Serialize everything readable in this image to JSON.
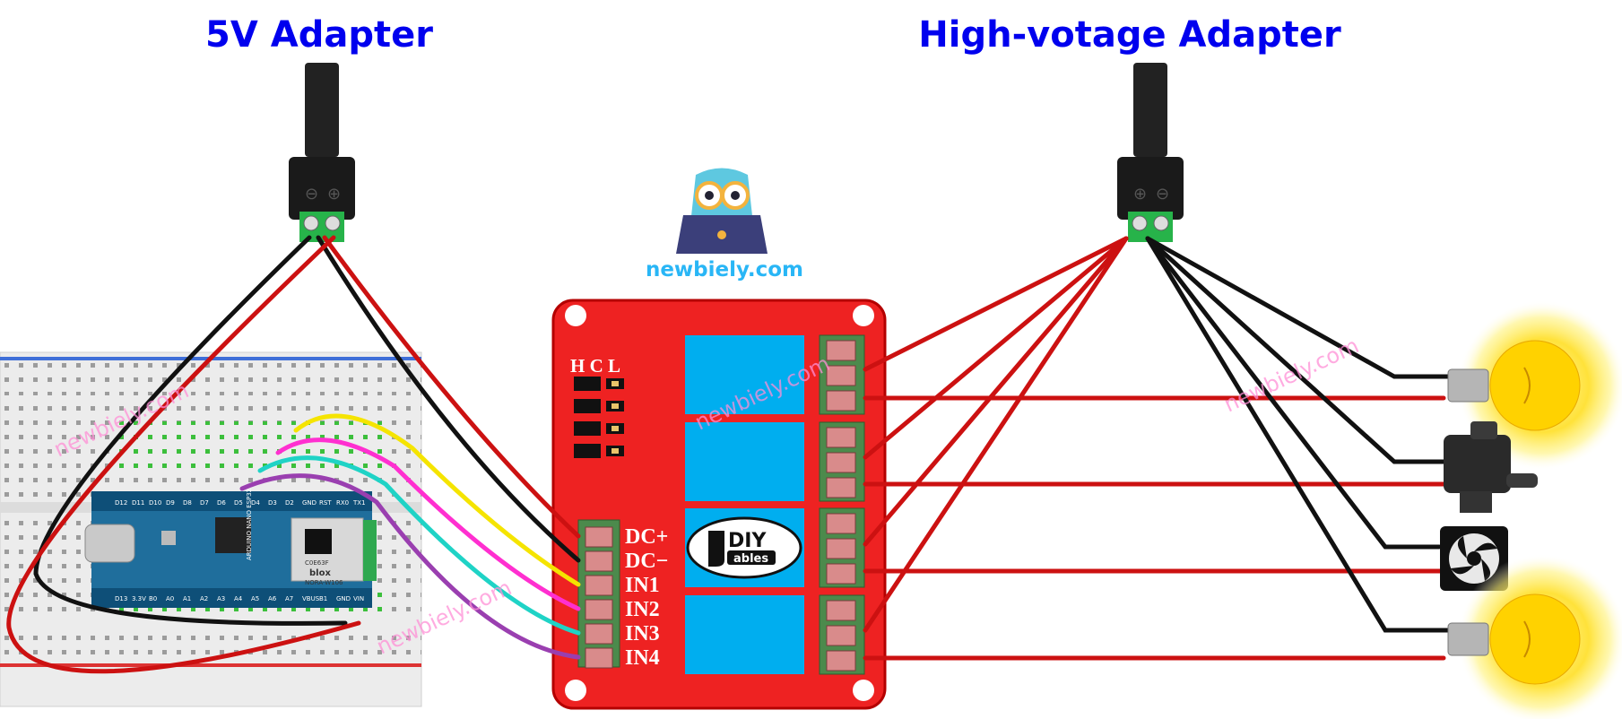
{
  "titles": {
    "left": "5V Adapter",
    "right": "High-votage Adapter"
  },
  "brand": {
    "site": "newbiely.com",
    "watermark": "newbiely.com",
    "diy_logo_top": "DIY",
    "diy_logo_bottom": "ables"
  },
  "relay_module": {
    "jumper_header": "H C L",
    "pins": [
      "DC+",
      "DC−",
      "IN1",
      "IN2",
      "IN3",
      "IN4"
    ]
  },
  "arduino": {
    "top_pins": [
      "D12",
      "D11",
      "D10",
      "D9",
      "D8",
      "D7",
      "D6",
      "D5",
      "D4",
      "D3",
      "D2",
      "GND",
      "RST",
      "RX0",
      "TX1"
    ],
    "bottom_pins": [
      "D13",
      "3.3V",
      "B0",
      "A0",
      "A1",
      "A2",
      "A3",
      "A4",
      "A5",
      "A6",
      "A7",
      "VBUS",
      "B1",
      "GND",
      "VIN"
    ],
    "board_text": "ARDUINO NANO ESP32",
    "module_code": "C0E63F",
    "module_maker": "blox",
    "module_model": "NORA-W106"
  },
  "loads": [
    "light-bulb",
    "water-pump",
    "cooling-fan",
    "light-bulb"
  ],
  "colors": {
    "wire_red": "#cc1111",
    "wire_black": "#111111",
    "wire_yellow": "#f5e400",
    "wire_magenta": "#ff2fd0",
    "wire_cyan": "#1fd3c6",
    "wire_purple": "#9a3fb0",
    "relay_board": "#ee2222",
    "relay_block": "#00aeef",
    "title": "#0000ee"
  }
}
